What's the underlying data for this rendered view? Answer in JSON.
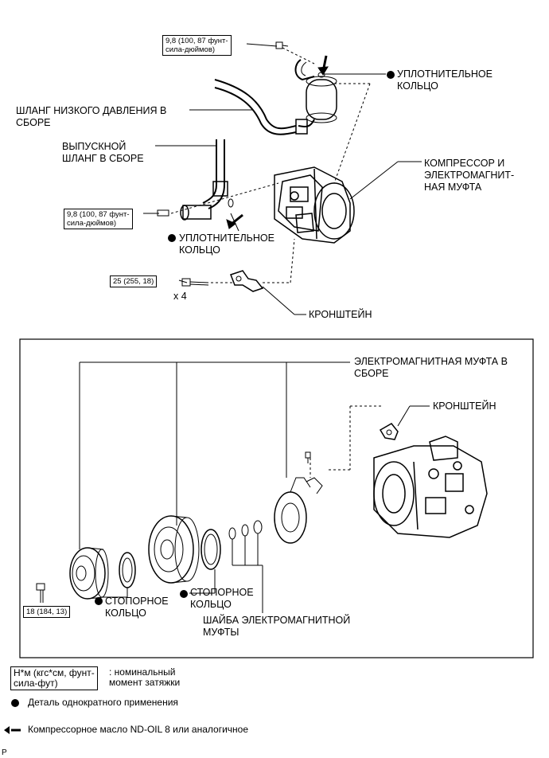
{
  "top": {
    "torque_98_top": "9,8 (100, 87 фунт-\nсила-дюймов)",
    "oring_top": "УПЛОТНИТЕЛЬНОЕ\nКОЛЬЦО",
    "low_pressure_hose": "ШЛАНГ НИЗКОГО ДАВЛЕНИЯ В\nСБОРЕ",
    "discharge_hose": "ВЫПУСКНОЙ\nШЛАНГ В СБОРЕ",
    "compressor_clutch": "КОМПРЕССОР И\nЭЛЕКТРОМАГНИТ-\nНАЯ МУФТА",
    "torque_98_bottom": "9,8 (100, 87 фунт-\nсила-дюймов)",
    "oring_bottom": "УПЛОТНИТЕЛЬНОЕ\nКОЛЬЦО",
    "torque_25": "25 (255, 18)",
    "x4": "x 4",
    "bracket": "КРОНШТЕЙН"
  },
  "bottom": {
    "clutch_assembly": "ЭЛЕКТРОМАГНИТНАЯ МУФТА В\nСБОРЕ",
    "bracket": "КРОНШТЕЙН",
    "torque_18": "18 (184, 13)",
    "snap_ring_1": "СТОПОРНОЕ\nКОЛЬЦО",
    "snap_ring_2": "СТОПОРНОЕ\nКОЛЬЦО",
    "clutch_washer": "ШАЙБА ЭЛЕКТРОМАГНИТНОЙ\nМУФТЫ"
  },
  "legend": {
    "units_box": "Н*м (кгс*см, фунт-\nсила-фут)",
    "units_desc": ": номинальный\nмомент затяжки",
    "non_reusable": "Деталь однократного применения",
    "oil": "Компрессорное масло ND-OIL 8 или аналогичное"
  },
  "corner_mark": "P"
}
